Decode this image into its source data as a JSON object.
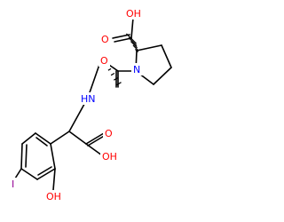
{
  "molecule": {
    "atoms": {
      "carboxyl_oh_top": "OH",
      "carboxyl_o_top": "O",
      "proline_n": "N",
      "amide_o": "O",
      "amine_nh": "HN",
      "carboxyl_o_mid": "O",
      "carboxyl_oh_mid": "OH",
      "iodine": "I",
      "phenol_oh": "OH"
    }
  },
  "colors": {
    "bond": "#000000",
    "oxygen": "#ff0000",
    "nitrogen": "#0000ff",
    "iodine": "#940094",
    "background": "#ffffff"
  }
}
